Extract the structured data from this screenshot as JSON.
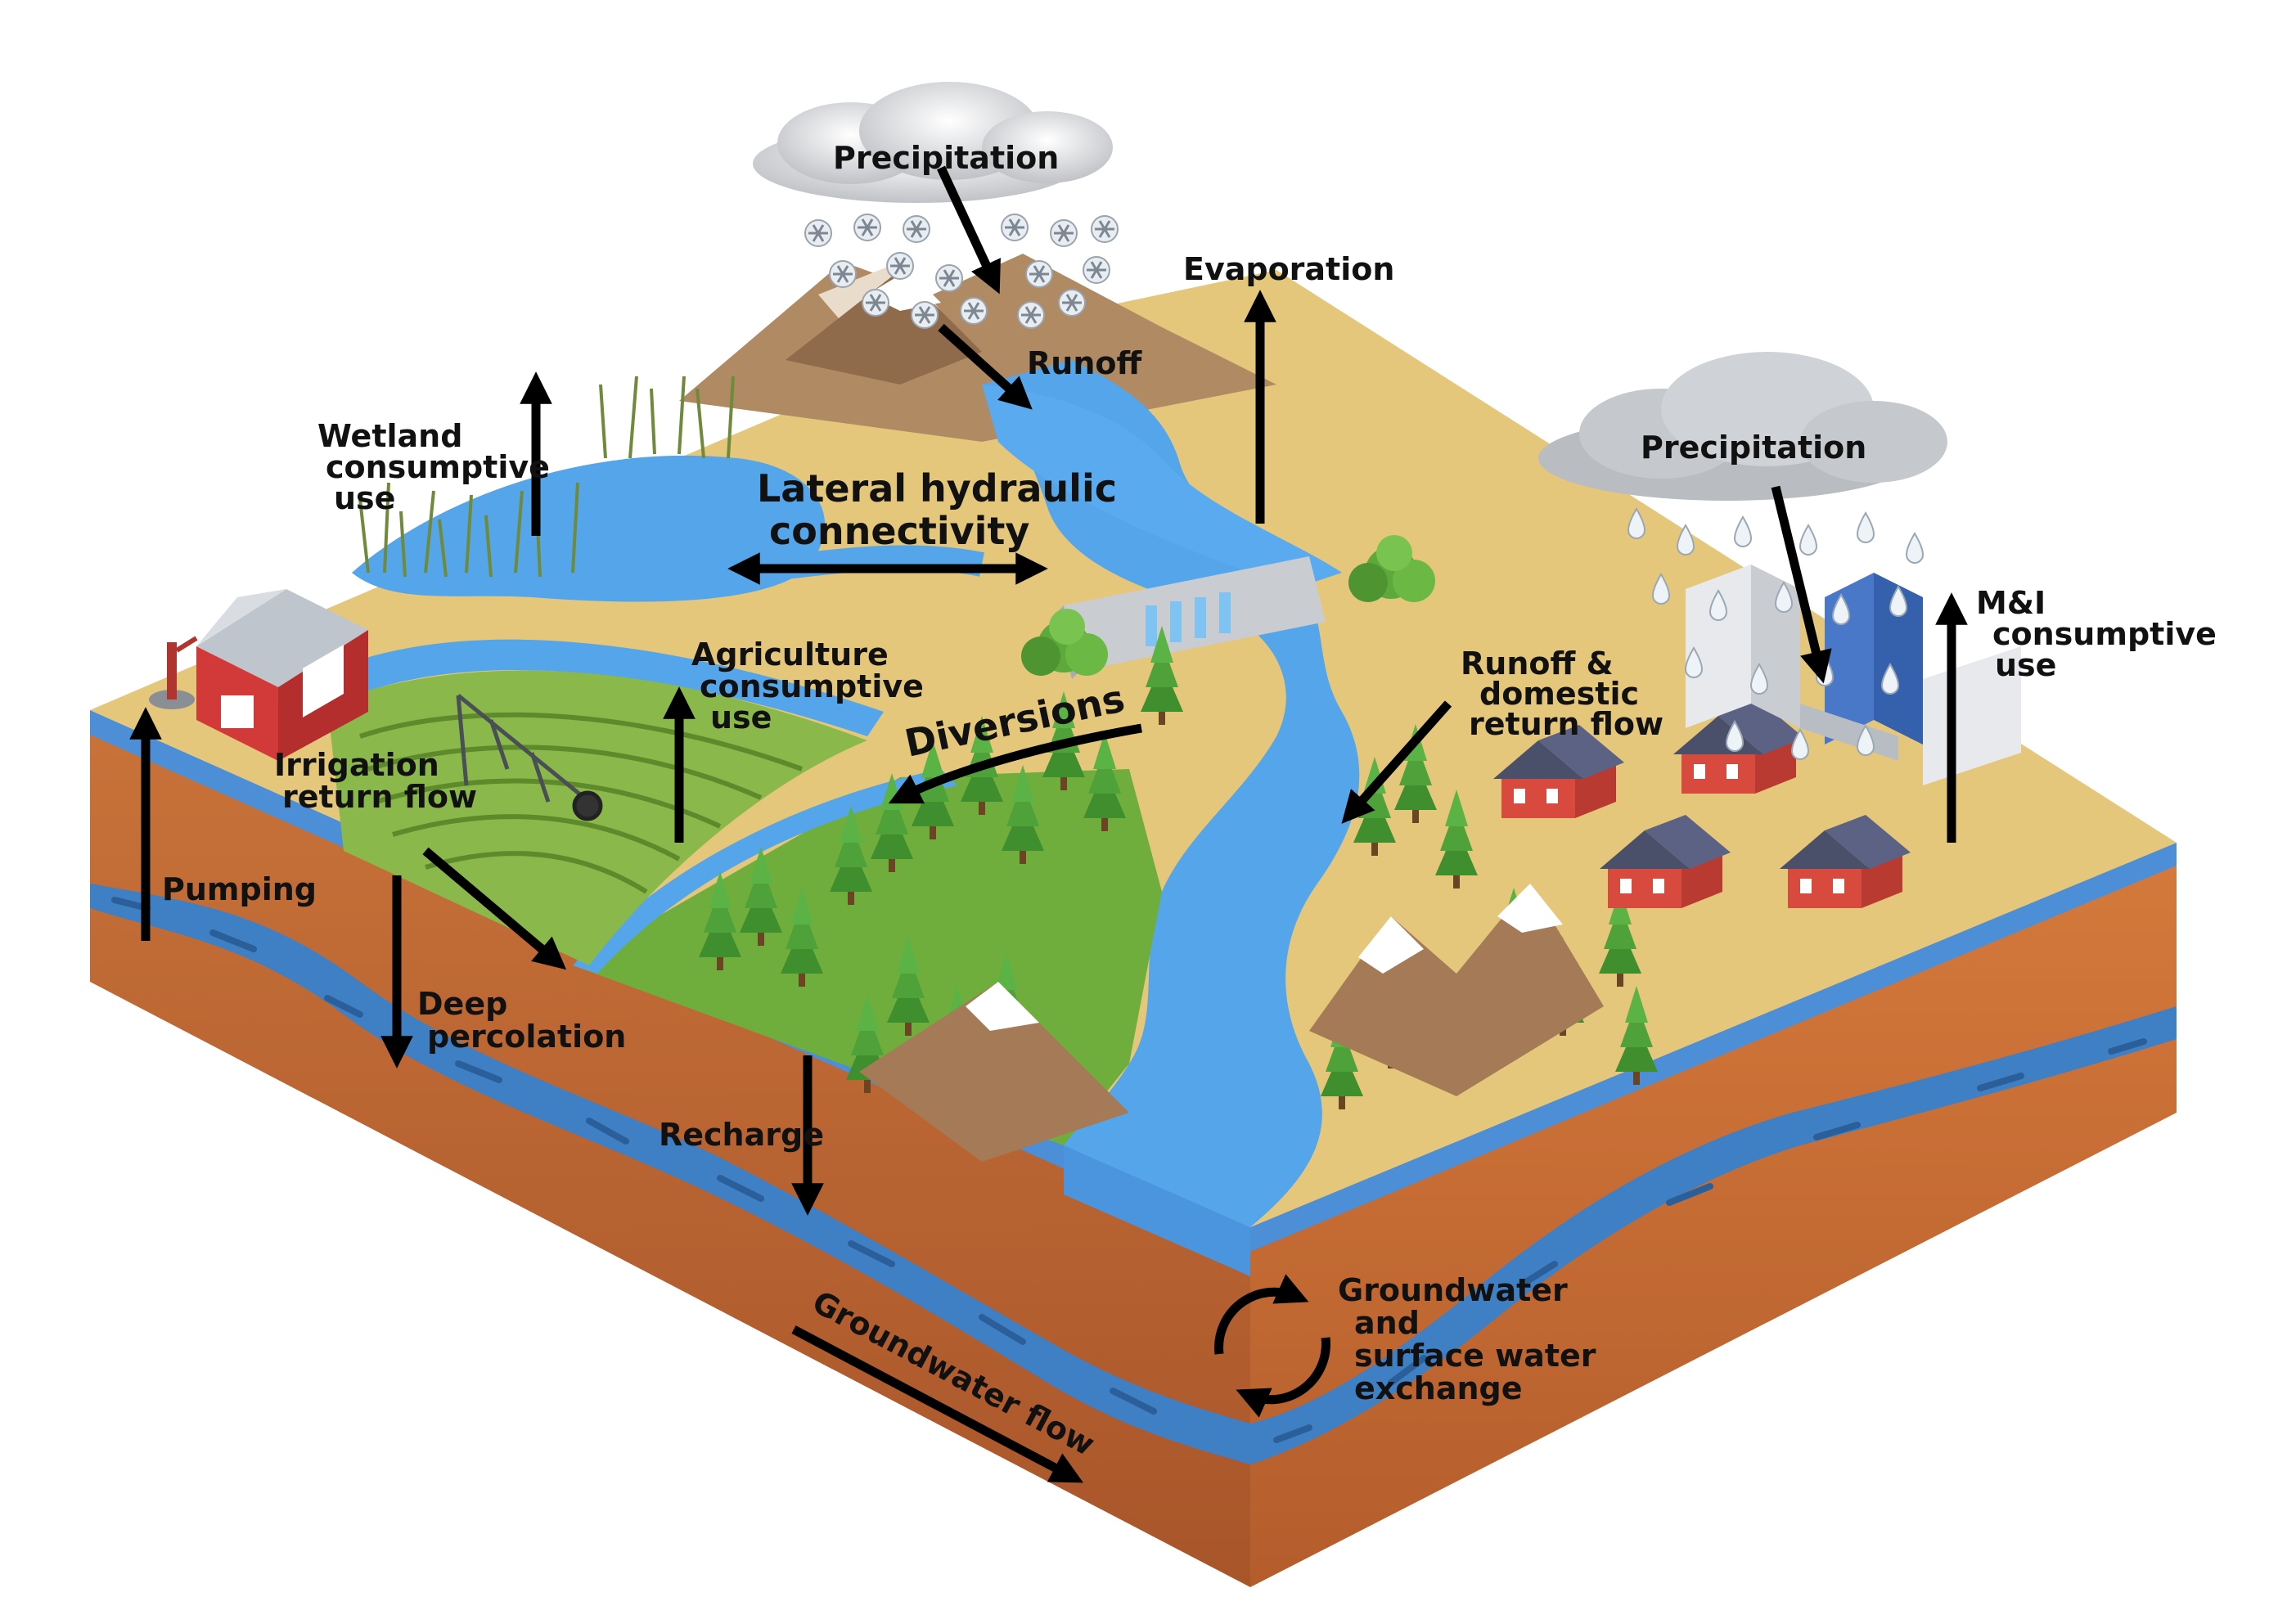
{
  "labels": {
    "precipitation_mountain": "Precipitation",
    "evaporation": "Evaporation",
    "runoff": "Runoff",
    "precipitation_city": "Precipitation",
    "wetland_line1": "Wetland",
    "wetland_line2": "consumptive",
    "wetland_line3": "use",
    "lateral_line1": "Lateral hydraulic",
    "lateral_line2": "connectivity",
    "agri_line1": "Agriculture",
    "agri_line2": "consumptive",
    "agri_line3": "use",
    "diversions": "Diversions",
    "runoff_domestic_line1": "Runoff &",
    "runoff_domestic_line2": "domestic",
    "runoff_domestic_line3": "return flow",
    "mi_line1": "M&I",
    "mi_line2": "consumptive",
    "mi_line3": "use",
    "irrigation_line1": "Irrigation",
    "irrigation_line2": "return flow",
    "pumping": "Pumping",
    "deep_line1": "Deep",
    "deep_line2": "percolation",
    "recharge": "Recharge",
    "gw_flow": "Groundwater flow",
    "exchange_line1": "Groundwater",
    "exchange_line2": "and",
    "exchange_line3": "surface water",
    "exchange_line4": "exchange"
  },
  "colors": {
    "sand": "#e4c77a",
    "water": "#55a5ea",
    "soil": "#c26a32",
    "soil_dark": "#9a4d22",
    "aquifer": "#3f7fc4",
    "grass": "#6fae3c",
    "forest": "#3d8a2c",
    "mountain": "#a57a57",
    "snow": "#ffffff",
    "barn": "#d23a3a",
    "cloud": "#cfd2d6"
  },
  "icons": [
    "cloud-icon",
    "snowflake-icon",
    "raindrop-icon",
    "barn-icon",
    "well-pump-icon",
    "center-pivot-icon",
    "dam-icon",
    "house-icon",
    "building-icon",
    "tree-icon",
    "mountain-icon",
    "exchange-cycle-icon"
  ]
}
